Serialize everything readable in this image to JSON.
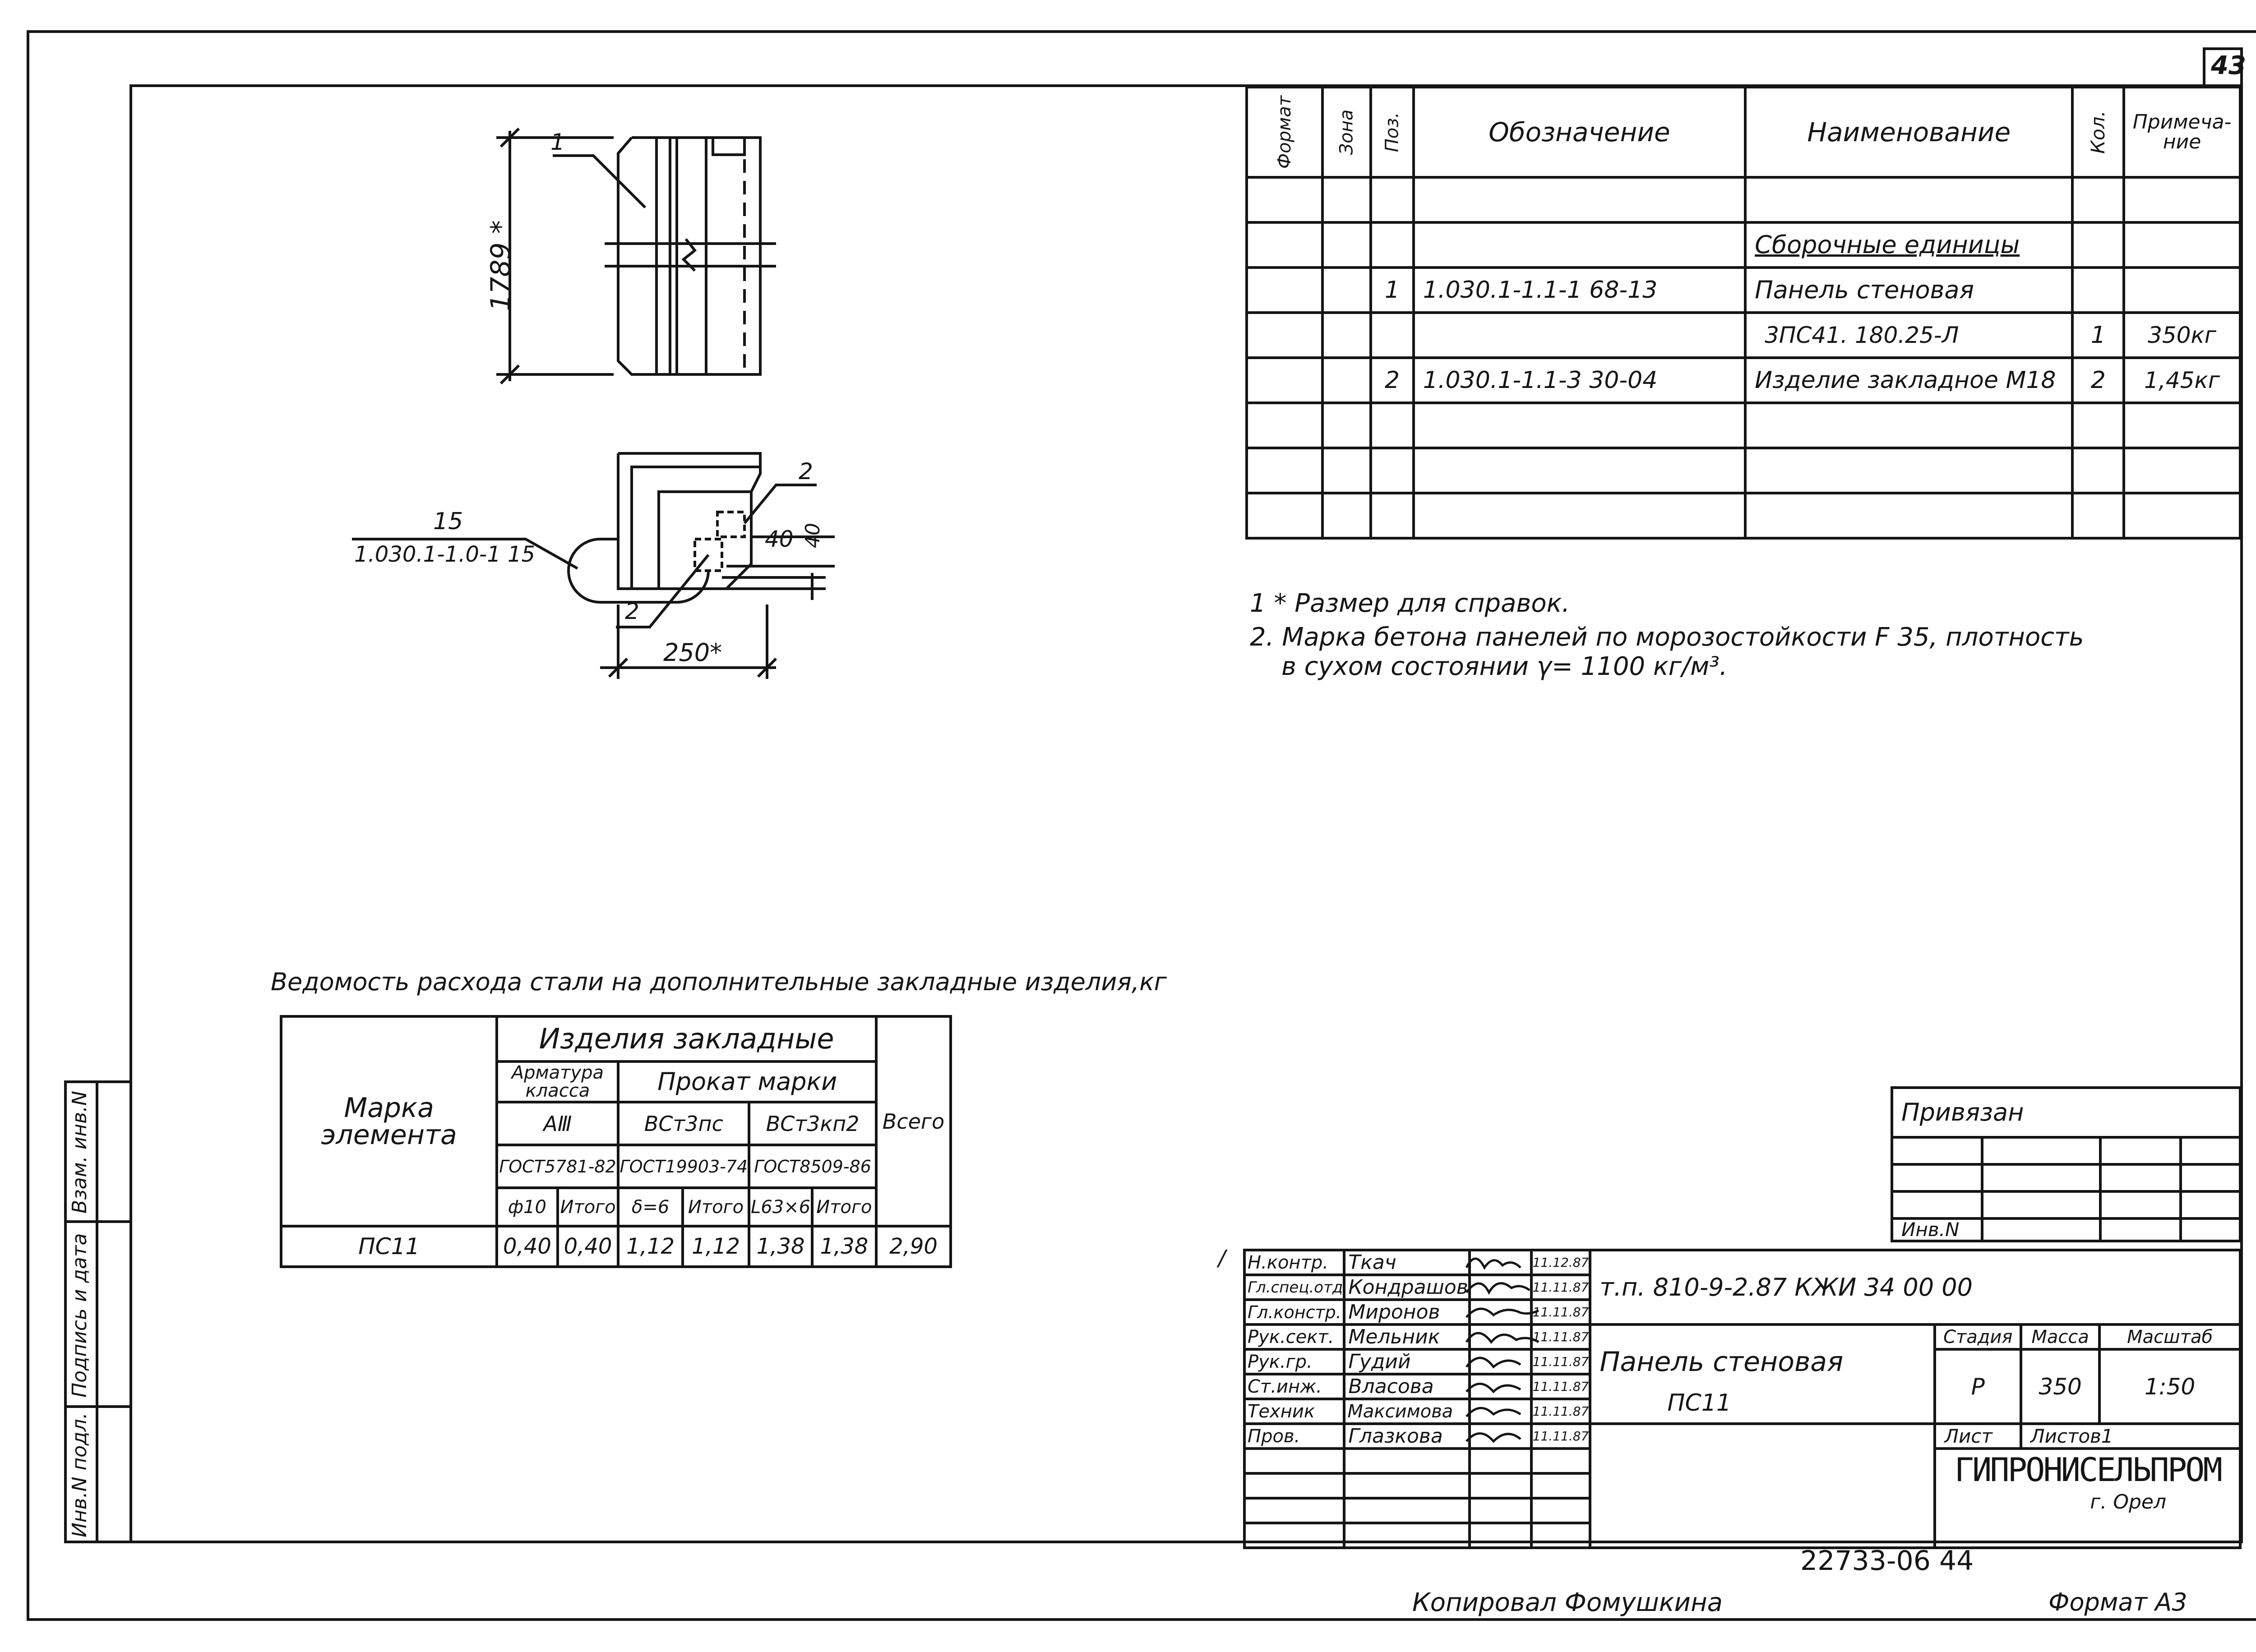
{
  "sheet_number": "43",
  "spec": {
    "headers": {
      "format": "Формат",
      "zone": "Зона",
      "pos": "Поз.",
      "designation": "Обозначение",
      "name": "Наименование",
      "qty": "Кол.",
      "note": "Примеча-ние"
    },
    "section_title": "Сборочные единицы",
    "rows": [
      {
        "pos": "1",
        "designation": "1.030.1-1.1-1  68-13",
        "name": "Панель стеновая",
        "qty": "",
        "note": ""
      },
      {
        "pos": "",
        "designation": "",
        "name": "3ПС41. 180.25-Л",
        "qty": "1",
        "note": "350кг"
      },
      {
        "pos": "2",
        "designation": "1.030.1-1.1-3  30-04",
        "name": "Изделие закладное М18",
        "qty": "2",
        "note": "1,45кг"
      }
    ]
  },
  "notes": [
    "1 * Размер для  справок.",
    "2. Марка бетона панелей  по морозостойкости  F 35, плотность",
    "в сухом  состоянии γ= 1100 кг/м³."
  ],
  "drawing": {
    "height_dim": "1789 *",
    "leader_1": "1",
    "leader_2": "2",
    "leader_2b": "2",
    "ref_num": "15",
    "ref_doc": "1.030.1-1.0-1 15",
    "dim_40a": "40",
    "dim_40b": "40",
    "width_dim": "250*"
  },
  "steel": {
    "title": "Ведомость расхода  стали  на  дополнительные закладные изделия,кг",
    "mark_header": "Марка элемента",
    "products_header": "Изделия  закладные",
    "rebar_header": "Арматура класса",
    "rolled_header": "Прокат  марки",
    "total_header": "Всего",
    "rebar_class": "AⅢ",
    "steel1": "ВСт3пс",
    "steel2": "ВСт3кп2",
    "gost1": "ГОСТ5781-82",
    "gost2": "ГОСТ19903-74",
    "gost3": "ГОСТ8509-86",
    "sub": [
      "ф10",
      "Итого",
      "δ=6",
      "Итого",
      "L63×6",
      "Итого"
    ],
    "row": {
      "mark": "ПС11",
      "values": [
        "0,40",
        "0,40",
        "1,12",
        "1,12",
        "1,38",
        "1,38",
        "2,90"
      ]
    }
  },
  "binding": {
    "label": "Привязан",
    "inv": "Инв.N"
  },
  "side_stamp": [
    "Инв.N подл.",
    "Подпись и дата",
    "Взам. инв.N"
  ],
  "title_block": {
    "change_mark": "/",
    "people": [
      {
        "role": "Н.контр.",
        "name": "Ткач",
        "date": "11.12.87"
      },
      {
        "role": "Гл.спец.отд",
        "name": "Кондрашов",
        "date": "11.11.87"
      },
      {
        "role": "Гл.констр.",
        "name": "Миронов",
        "date": "11.11.87"
      },
      {
        "role": "Рук.сект.",
        "name": "Мельник",
        "date": "11.11.87"
      },
      {
        "role": "Рук.гр.",
        "name": "Гудий",
        "date": "11.11.87"
      },
      {
        "role": "Ст.инж.",
        "name": "Власова",
        "date": "11.11.87"
      },
      {
        "role": "Техник",
        "name": "Максимова",
        "date": "11.11.87"
      },
      {
        "role": "Пров.",
        "name": "Глазкова",
        "date": "11.11.87"
      }
    ],
    "code": "т.п. 810-9-2.87 КЖИ   34 00 00",
    "name1": "Панель стеновая",
    "name2": "ПС11",
    "stage_label": "Стадия",
    "mass_label": "Масса",
    "scale_label": "Масштаб",
    "stage": "Р",
    "mass": "350",
    "scale": "1:50",
    "sheet_label": "Лист",
    "sheets_label": "Листов1",
    "org": "ГИПРОНИСЕЛЬПРОМ",
    "city": "г. Орел"
  },
  "footer": {
    "number": "22733-06  44",
    "copied": "Копировал  Фомушкина",
    "format": "Формат А3"
  }
}
